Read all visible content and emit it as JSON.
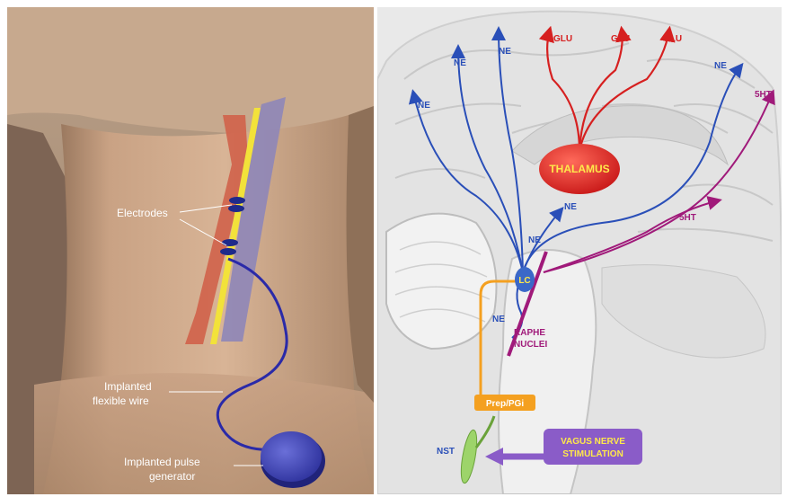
{
  "left_panel": {
    "labels": {
      "electrodes": "Electrodes",
      "wire_line1": "Implanted",
      "wire_line2": "flexible wire",
      "generator_line1": "Implanted pulse",
      "generator_line2": "generator"
    }
  },
  "right_panel": {
    "labels": {
      "thalamus": "THALAMUS",
      "lc": "LC",
      "raphe_line1": "RAPHE",
      "raphe_line2": "NUCLEI",
      "prep": "Prep/PGi",
      "nst": "NST",
      "vns_line1": "VAGUS NERVE",
      "vns_line2": "STIMULATION",
      "ne": "NE",
      "glu": "GLU",
      "fht": "5HT"
    },
    "colors": {
      "ne": "#2a4fb8",
      "glu": "#d62020",
      "fht": "#a01a7a",
      "prep": "#f4a020",
      "vns": "#8a5cc8",
      "thalamus": "#e02a22"
    }
  }
}
